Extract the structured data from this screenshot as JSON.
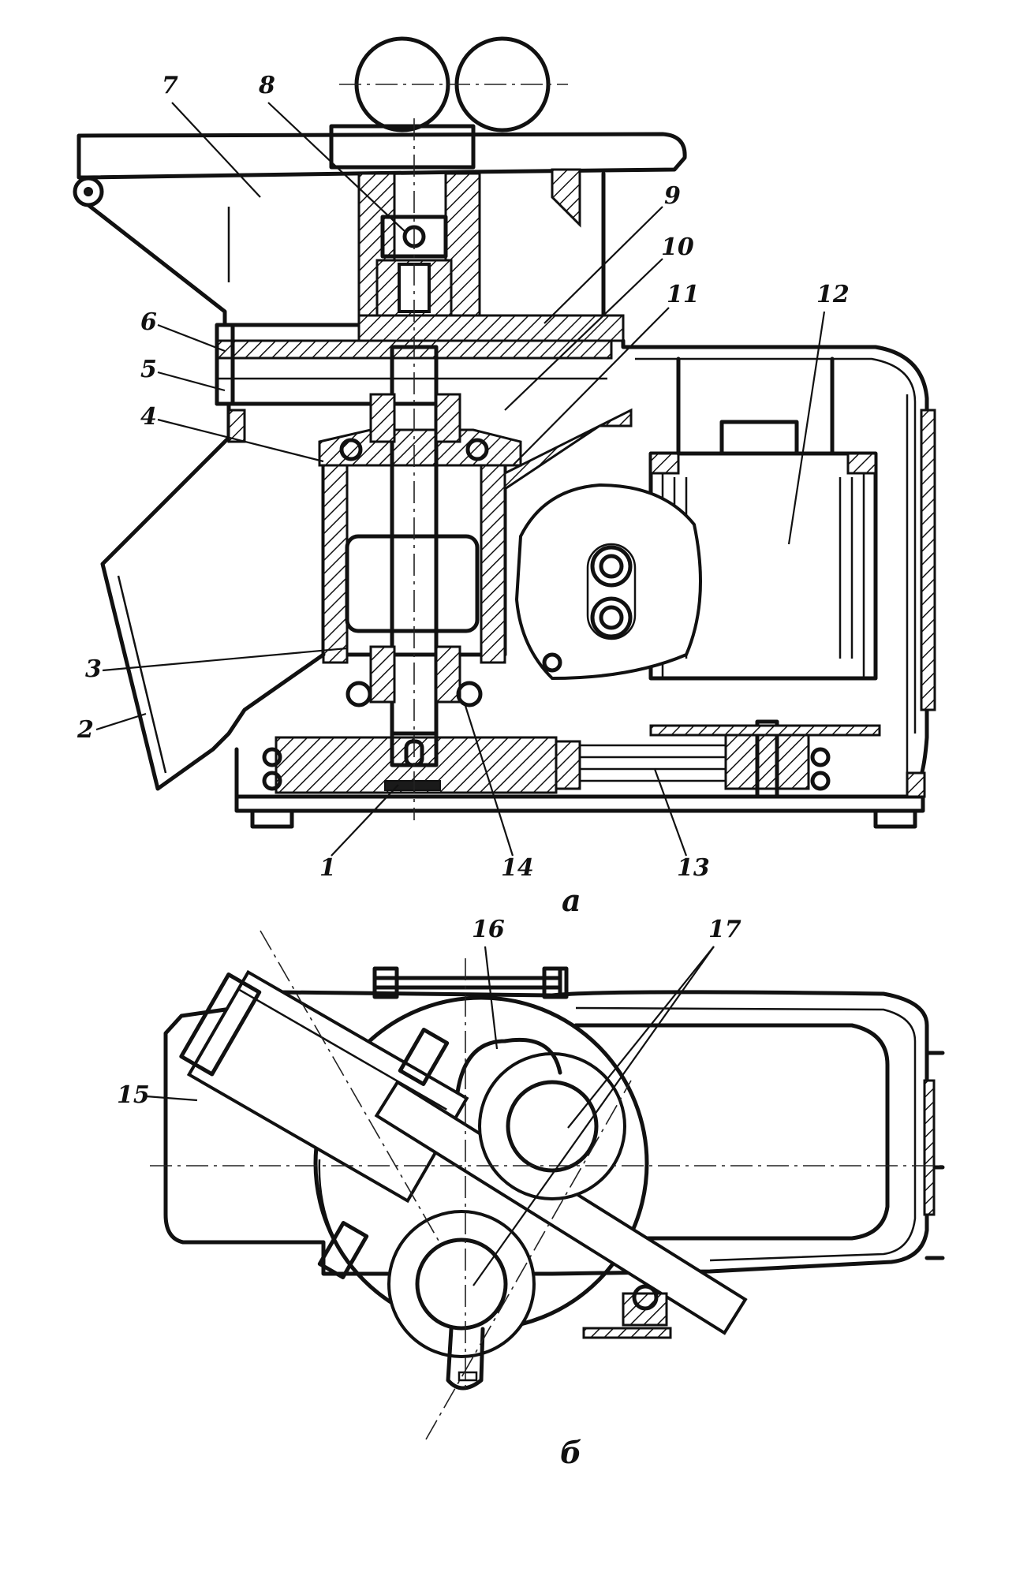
{
  "figure_a": {
    "caption": "а",
    "labels": [
      "1",
      "2",
      "3",
      "4",
      "5",
      "6",
      "7",
      "8",
      "9",
      "10",
      "11",
      "12",
      "13",
      "14"
    ]
  },
  "figure_b": {
    "caption": "б",
    "labels": [
      "15",
      "16",
      "17"
    ]
  }
}
